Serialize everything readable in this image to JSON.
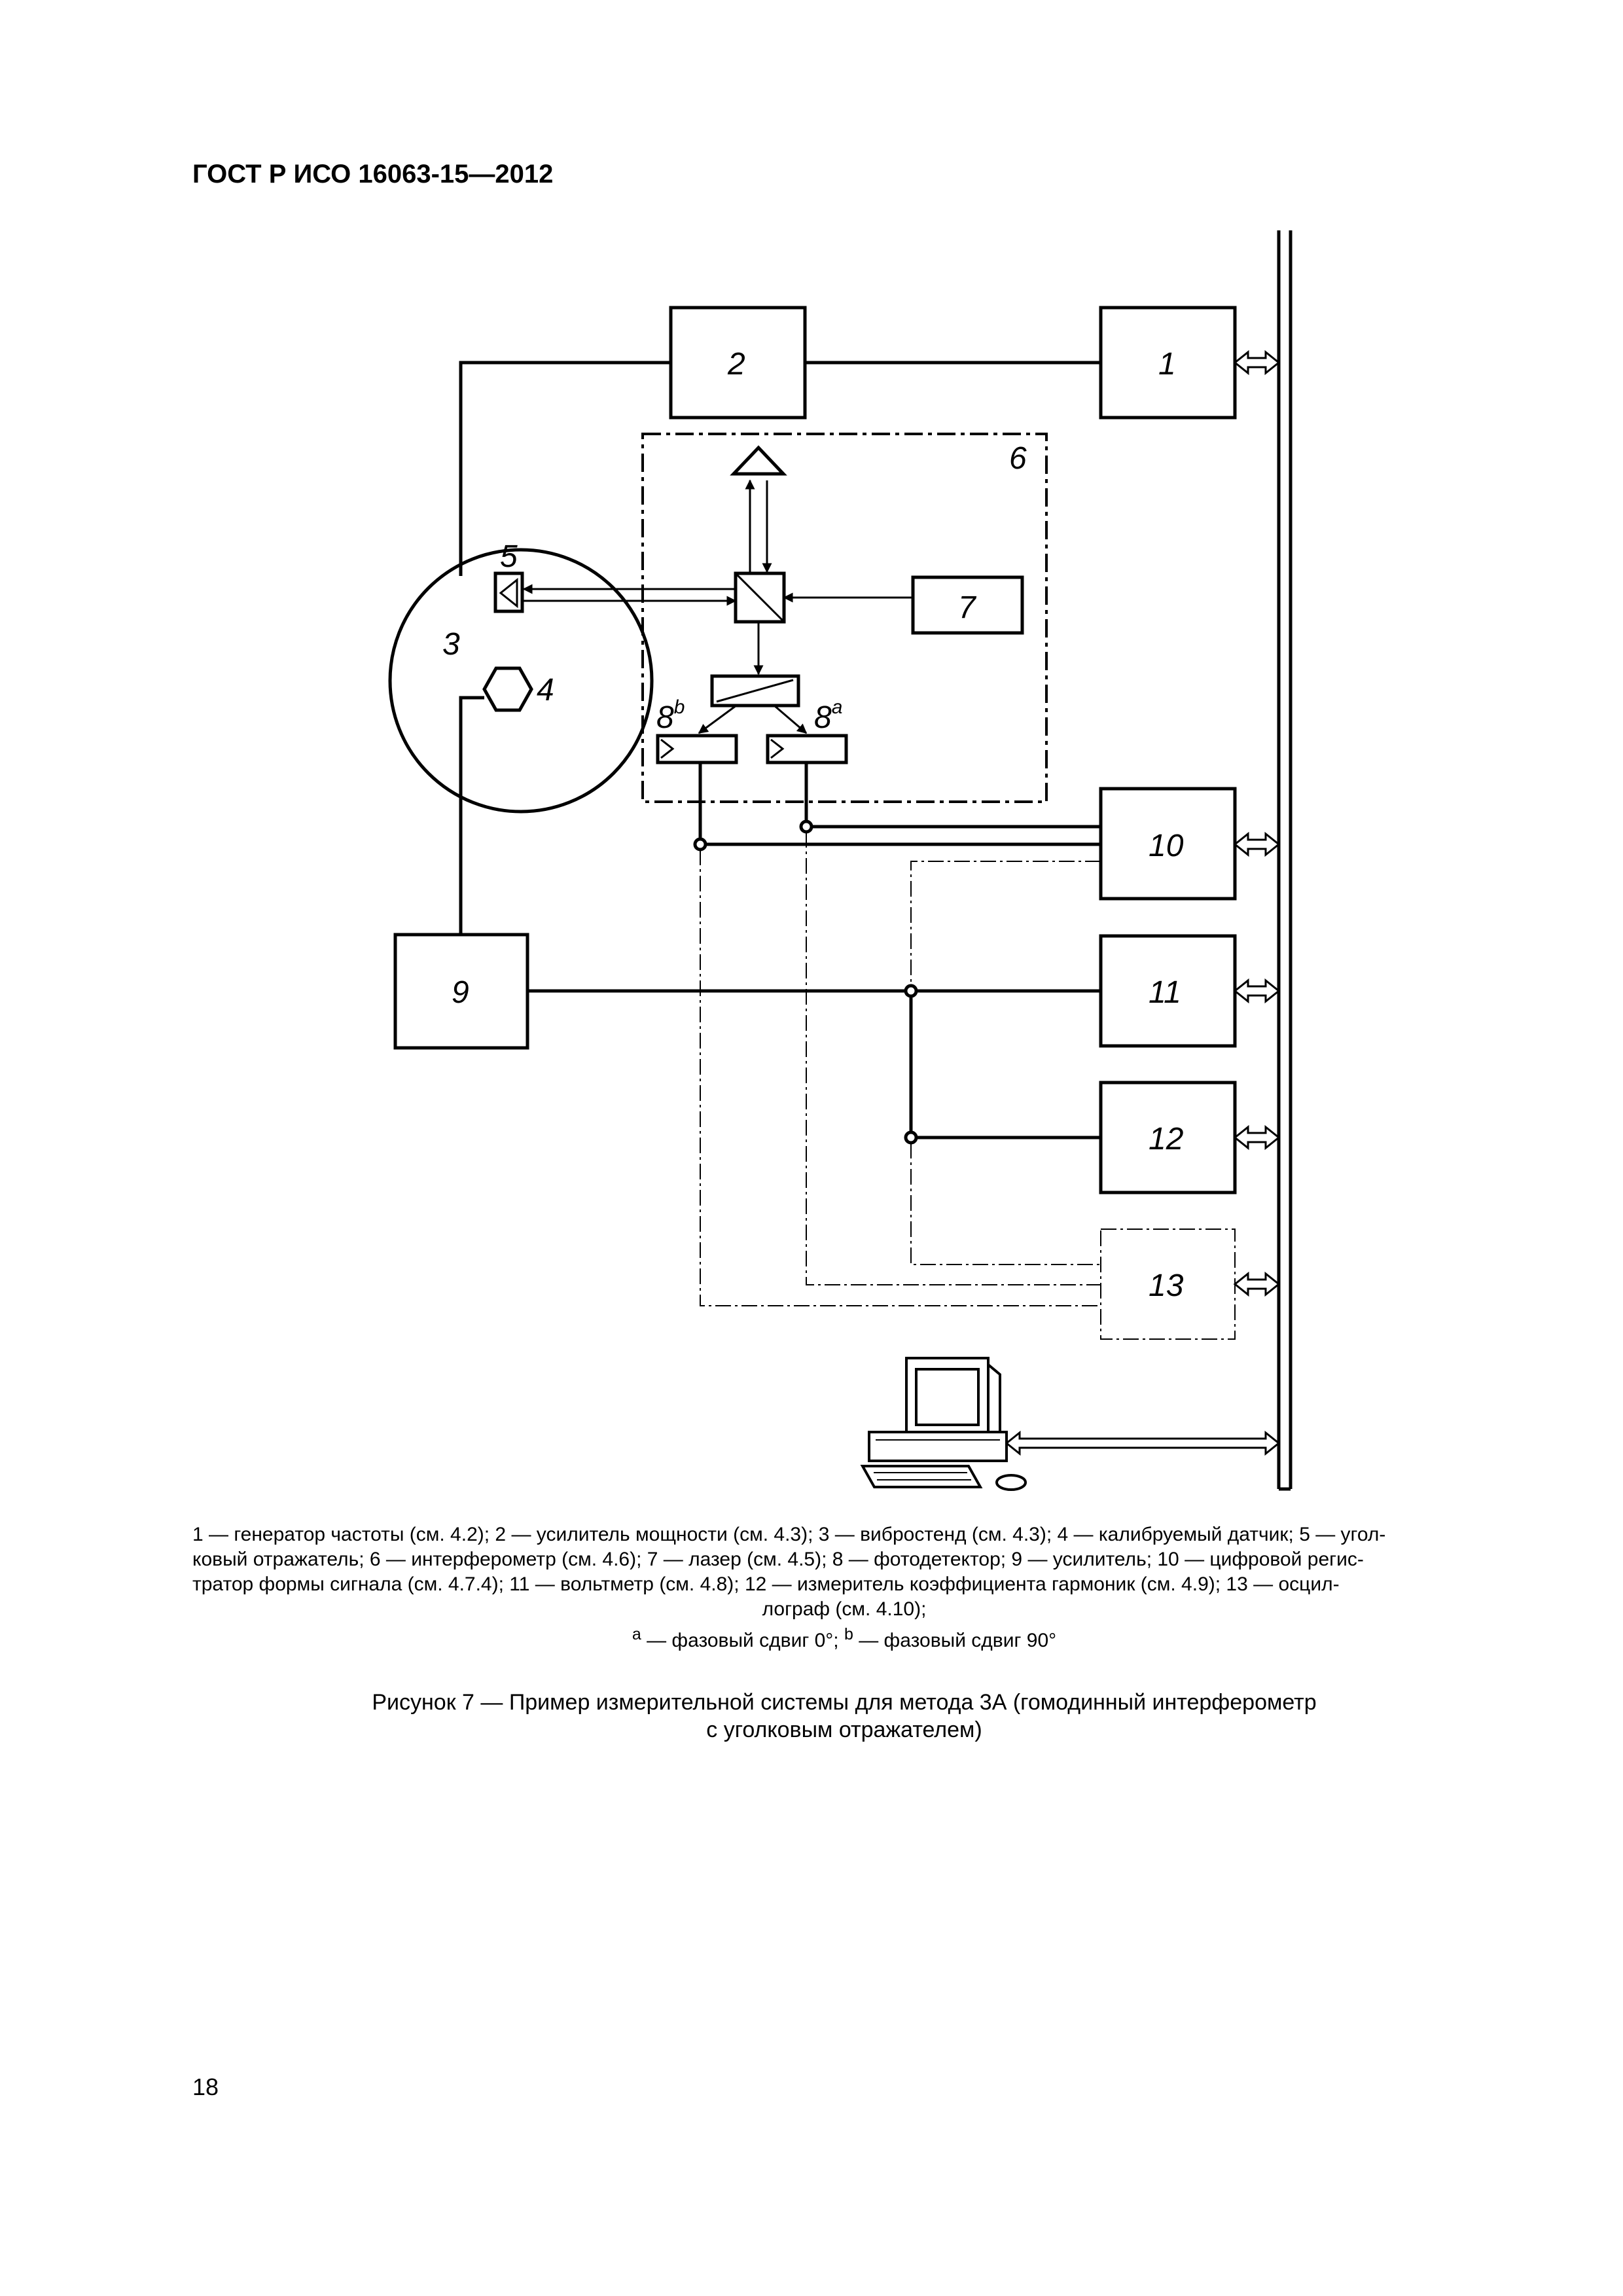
{
  "header": {
    "standard_code": "ГОСТ Р ИСО 16063-15—2012"
  },
  "diagram": {
    "labels": {
      "b1": "1",
      "b2": "2",
      "b3": "3",
      "b4": "4",
      "b5": "5",
      "b6": "6",
      "b7": "7",
      "b8": "8",
      "sup_b": "b",
      "sup_a": "a",
      "b9": "9",
      "b10": "10",
      "b11": "11",
      "b12": "12",
      "b13": "13"
    },
    "icons": [
      "corner-reflector-icon",
      "retroreflector-prism-icon",
      "beam-splitter-icon",
      "accelerometer-hexagon-icon",
      "photodetector-icon",
      "computer-workstation-icon",
      "bus-arrow-icon"
    ]
  },
  "legend": {
    "line1": "1 — генератор частоты (см. 4.2); 2 — усилитель мощности (см. 4.3); 3 — вибростенд (см. 4.3); 4 — калибруемый датчик; 5 — угол-",
    "line2": "ковый отражатель; 6 — интерферометр (см. 4.6); 7 — лазер (см. 4.5); 8 — фотодетектор; 9 — усилитель; 10 — цифровой регис-",
    "line3": "тратор формы сигнала (см. 4.7.4); 11 — вольтметр (см. 4.8); 12 — измеритель коэффициента гармоник (см. 4.9); 13 — осцил-",
    "line4": "лограф (см. 4.10);",
    "footnote_mark_a": "a",
    "footnote_a_text": " — фазовый сдвиг 0°; ",
    "footnote_mark_b": "b",
    "footnote_b_text": " — фазовый сдвиг 90°"
  },
  "caption": {
    "line1": "Рисунок 7 — Пример измерительной системы для метода 3А (гомодинный интерферометр",
    "line2": "с уголковым отражателем)"
  },
  "page_number": "18"
}
